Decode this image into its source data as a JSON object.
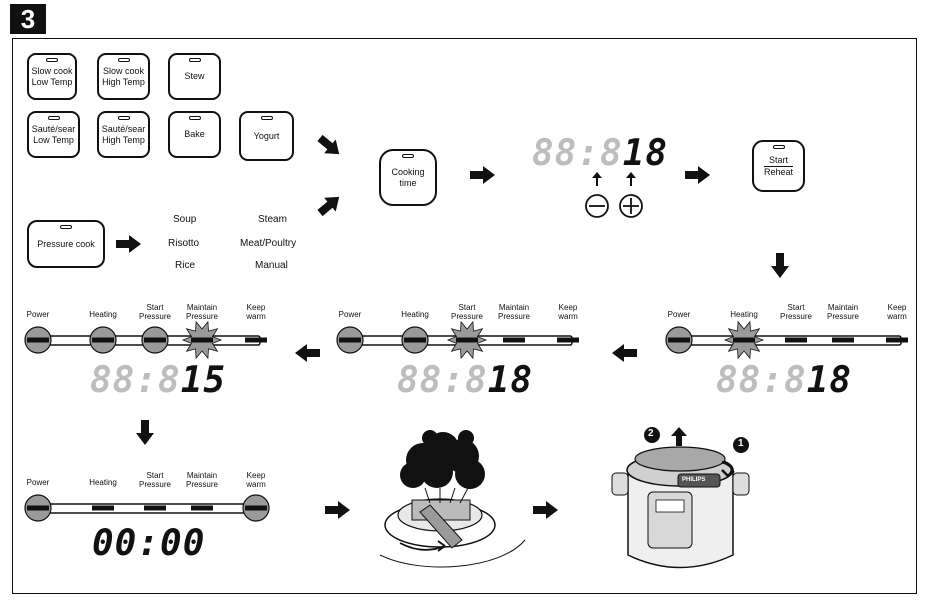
{
  "step_number": "3",
  "buttons": {
    "slow_cook_low": [
      "Slow cook",
      "Low Temp"
    ],
    "slow_cook_high": [
      "Slow cook",
      "High Temp"
    ],
    "stew": "Stew",
    "saute_low": [
      "Sauté/sear",
      "Low Temp"
    ],
    "saute_high": [
      "Sauté/sear",
      "High Temp"
    ],
    "bake": "Bake",
    "yogurt": "Yogurt",
    "pressure_cook": "Pressure cook",
    "cooking_time": [
      "Cooking",
      "time"
    ],
    "start": "Start",
    "reheat": "Reheat"
  },
  "pressure_options": {
    "col1": [
      "Soup",
      "Risotto",
      "Rice"
    ],
    "col2": [
      "Steam",
      "Meat/Poultry",
      "Manual"
    ]
  },
  "stages": {
    "power": "Power",
    "heating": "Heating",
    "start_pressure": [
      "Start",
      "Pressure"
    ],
    "maintain_pressure": [
      "Maintain",
      "Pressure"
    ],
    "keep_warm": [
      "Keep",
      "warm"
    ]
  },
  "displays": {
    "set_time": {
      "dim": "88:",
      "dim2": "8",
      "on": "18"
    },
    "heating": {
      "dim": "88:",
      "dim2": "8",
      "on": "18"
    },
    "start_pressure": {
      "dim": "88:",
      "dim2": "8",
      "on": "18"
    },
    "maintain": {
      "dim": "88:",
      "dim2": "8",
      "on": "15"
    },
    "done": {
      "on": "00:00"
    }
  },
  "cooker": {
    "brand": "PHILIPS",
    "step_marks": [
      "1",
      "2"
    ]
  },
  "colors": {
    "line": "#111111",
    "dim_digit": "#bdbdbd",
    "stage_circle": "#9a9a9a"
  }
}
